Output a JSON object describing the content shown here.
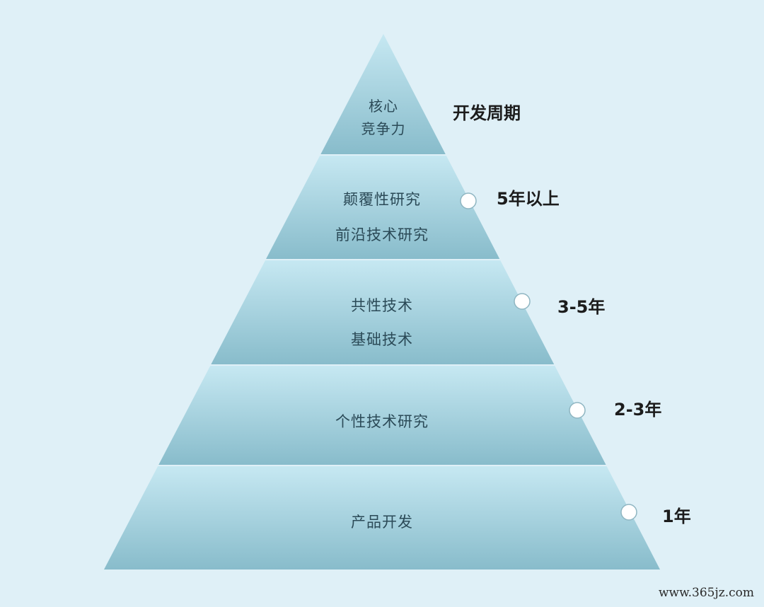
{
  "diagram": {
    "header_label": "开发周期",
    "tiers": [
      {
        "lines": [
          "核心",
          "竞争力"
        ]
      },
      {
        "lines": [
          "颠覆性研究",
          "前沿技术研究"
        ],
        "cycle": "5年以上"
      },
      {
        "lines": [
          "共性技术",
          "基础技术"
        ],
        "cycle": "3-5年"
      },
      {
        "lines": [
          "个性技术研究"
        ],
        "cycle": "2-3年"
      },
      {
        "lines": [
          "产品开发"
        ],
        "cycle": "1年"
      }
    ]
  },
  "watermark": "www.365jz.com",
  "colors": {
    "background": "#dff0f7",
    "tier_light": "#c6e8f2",
    "tier_dark": "#88bccb",
    "marker_fill": "#ffffff",
    "marker_stroke": "#8fb6c2"
  }
}
